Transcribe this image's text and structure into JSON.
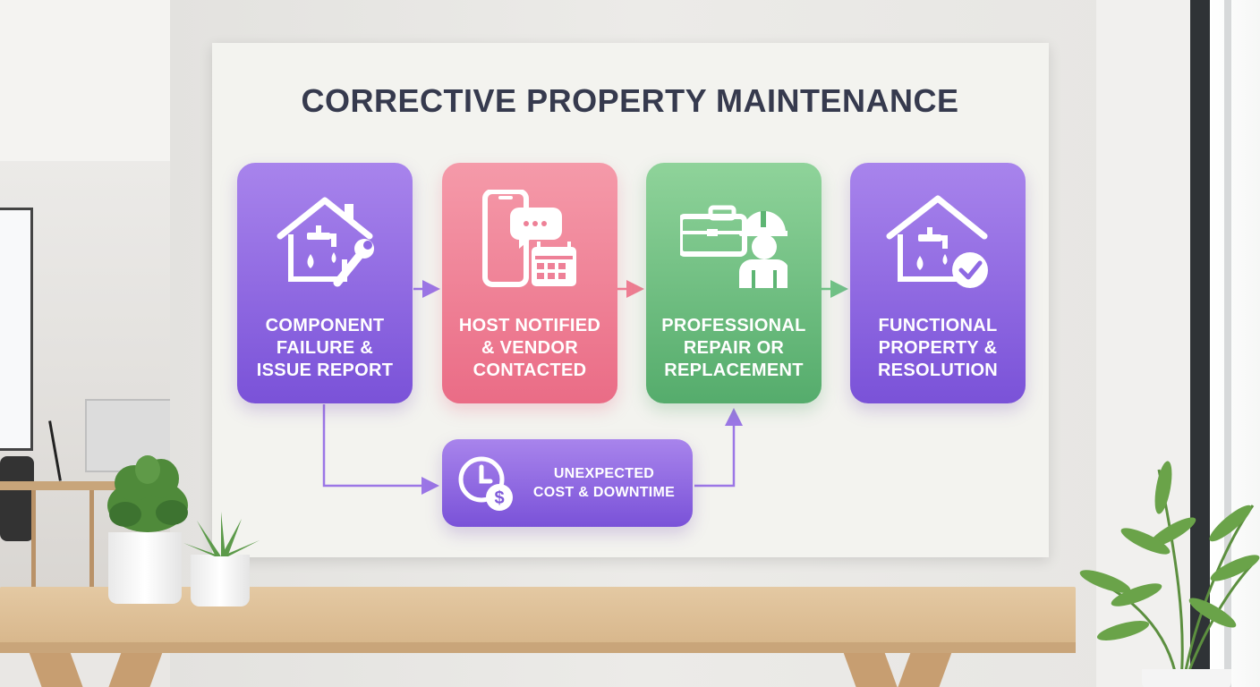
{
  "poster": {
    "title": "CORRECTIVE PROPERTY MAINTENANCE",
    "steps": [
      {
        "label": "COMPONENT\nFAILURE &\nISSUE REPORT",
        "icon": "house-faucet-wrench-icon",
        "color": "#8f6ae3"
      },
      {
        "label": "HOST NOTIFIED\n& VENDOR\nCONTACTED",
        "icon": "phone-chat-calendar-icon",
        "color": "#ef8298"
      },
      {
        "label": "PROFESSIONAL\nREPAIR OR\nREPLACEMENT",
        "icon": "toolbox-worker-icon",
        "color": "#6fbf80"
      },
      {
        "label": "FUNCTIONAL\nPROPERTY &\nRESOLUTION",
        "icon": "house-faucet-check-icon",
        "color": "#8f6ae3"
      }
    ],
    "branch": {
      "label": "UNEXPECTED\nCOST & DOWNTIME",
      "icon": "clock-dollar-icon",
      "color": "#8f6ae3"
    }
  }
}
